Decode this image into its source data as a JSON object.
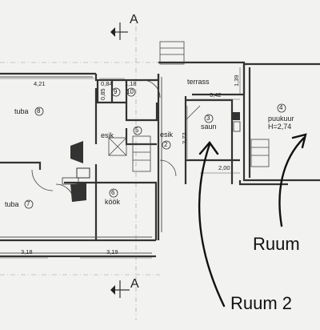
{
  "plan": {
    "section_marker": "A",
    "rooms": [
      {
        "id": "tuba8",
        "name": "tuba",
        "number": "8"
      },
      {
        "id": "wc9",
        "name": "",
        "number": "9"
      },
      {
        "id": "wc10",
        "name": "",
        "number": "10"
      },
      {
        "id": "esik5",
        "name": "esik",
        "number": "5"
      },
      {
        "id": "esik2",
        "name": "esik",
        "number": "2"
      },
      {
        "id": "saun3",
        "name": "saun",
        "number": "3"
      },
      {
        "id": "puukuur4",
        "name": "puukuur",
        "number": "4",
        "height": "H=2,74"
      },
      {
        "id": "tuba7",
        "name": "tuba",
        "number": "7"
      },
      {
        "id": "kook6",
        "name": "köök",
        "number": "6"
      },
      {
        "id": "terrass",
        "name": "terrass",
        "number": ""
      }
    ],
    "dimensions": {
      "d421": "4,21",
      "d084": "0,84",
      "d118": "1,18",
      "d085": "0,85",
      "d342": "3,42",
      "d139": "1,39",
      "d272": "2,72",
      "d200": "2,00",
      "d318": "3,18",
      "d319": "3,19"
    }
  },
  "callouts": {
    "ruum": "Ruum",
    "ruum2": "Ruum 2"
  }
}
